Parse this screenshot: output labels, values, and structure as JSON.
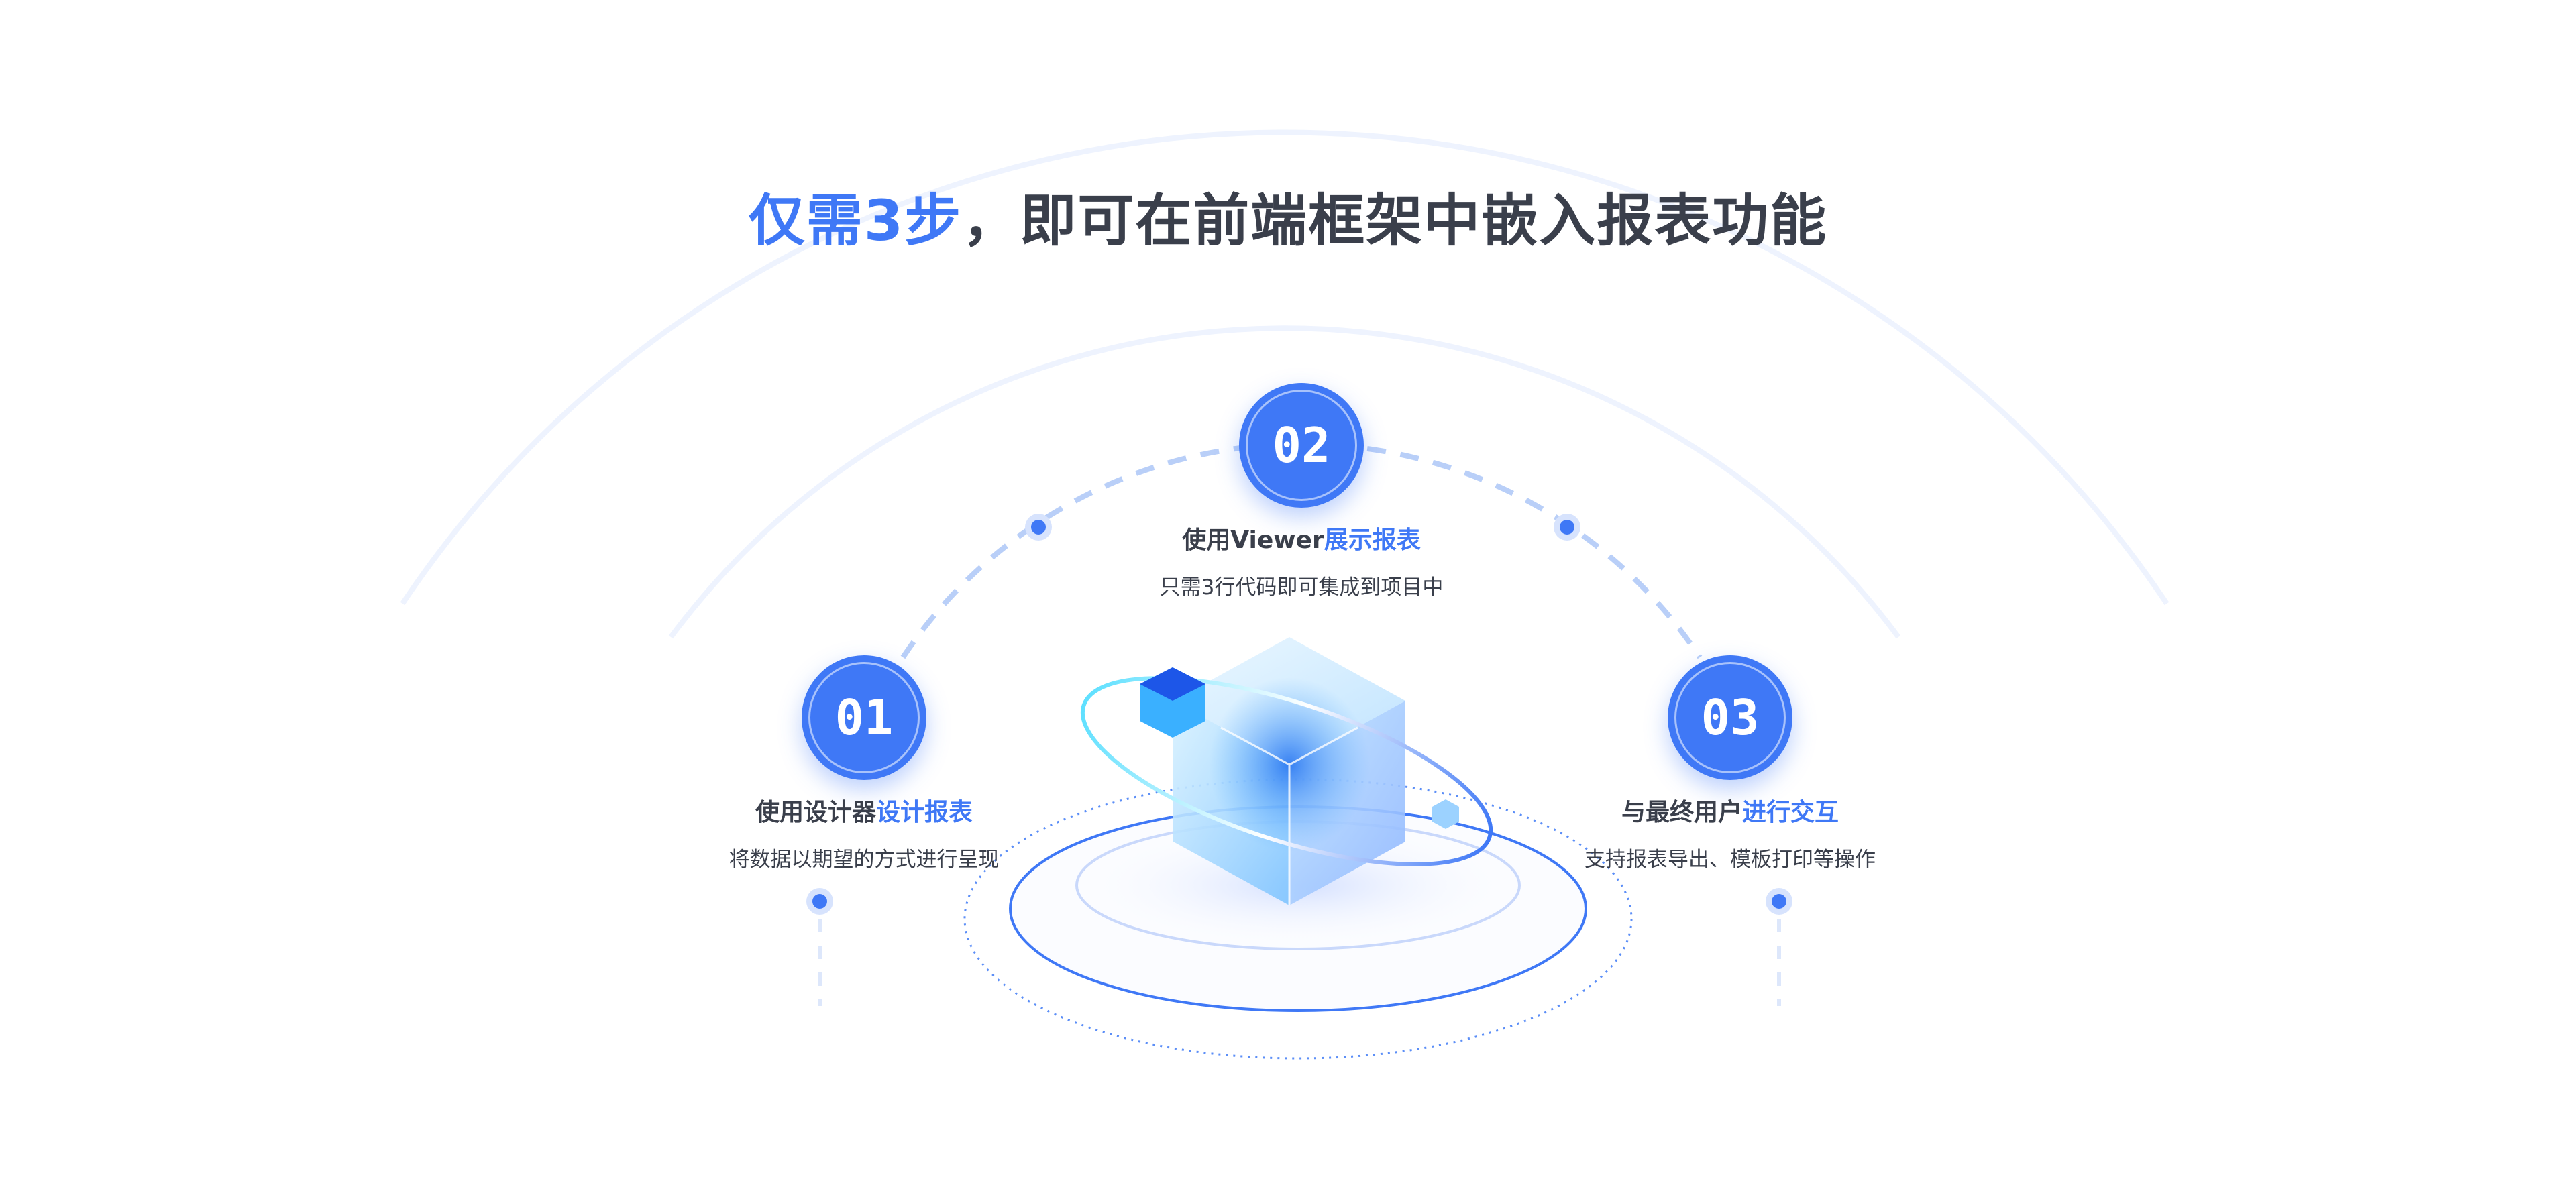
{
  "title": {
    "highlight": "仅需3步",
    "rest": "，即可在前端框架中嵌入报表功能"
  },
  "steps": [
    {
      "number": "01",
      "title_plain": "使用设计器",
      "title_highlight": "设计报表",
      "subtitle": "将数据以期望的方式进行呈现"
    },
    {
      "number": "02",
      "title_plain": "使用Viewer",
      "title_highlight": "展示报表",
      "subtitle": "只需3行代码即可集成到项目中"
    },
    {
      "number": "03",
      "title_plain": "与最终用户",
      "title_highlight": "进行交互",
      "subtitle": "支持报表导出、模板打印等操作"
    }
  ],
  "colors": {
    "accent": "#3f78f6",
    "text": "#3a3f4b"
  }
}
